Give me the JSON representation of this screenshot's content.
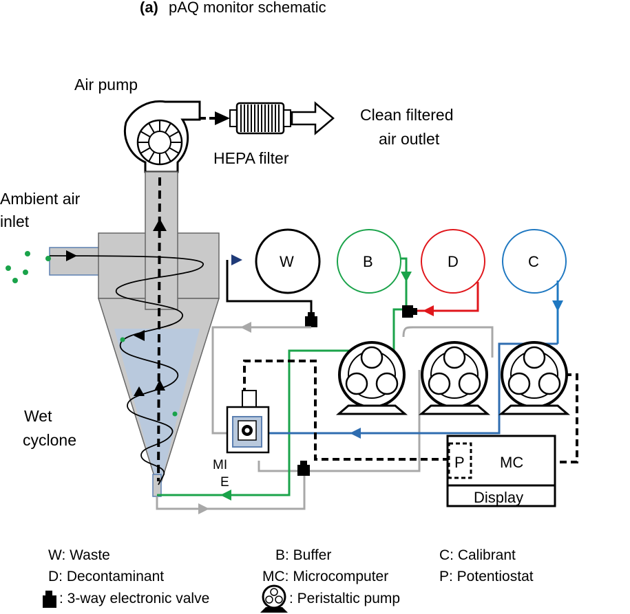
{
  "title": {
    "label": "(a)",
    "text": "pAQ monitor schematic"
  },
  "labels": {
    "air_pump": "Air pump",
    "hepa_filter": "HEPA filter",
    "clean_air_1": "Clean filtered",
    "clean_air_2": "air outlet",
    "ambient_1": "Ambient air",
    "ambient_2": "inlet",
    "wet_1": "Wet",
    "wet_2": "cyclone",
    "mie_1": "MI",
    "mie_2": "E"
  },
  "reservoirs": {
    "w": "W",
    "b": "B",
    "d": "D",
    "c": "C"
  },
  "mc": {
    "label": "MC",
    "p": "P",
    "display": "Display"
  },
  "legend": {
    "w": "W: Waste",
    "b": "B:  Buffer",
    "c": "C: Calibrant",
    "d": "D:  Decontaminant",
    "mc": "MC: Microcomputer",
    "p": "P: Potentiostat",
    "valve": ":  3-way electronic valve",
    "pump": ": Peristaltic pump"
  },
  "colors": {
    "green": "#1aa34a",
    "red": "#e0161b",
    "blue": "#2f6db0",
    "cyan_blue": "#1f78c1",
    "gray": "#a8a8a8",
    "cyclone_gray": "#c9c9c9",
    "liquid": "#b9c9dd"
  }
}
